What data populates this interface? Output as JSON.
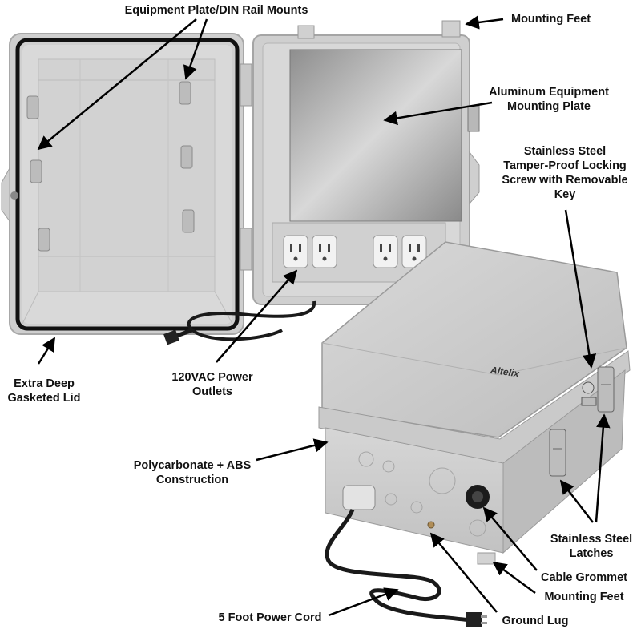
{
  "brand": "Altelix",
  "callouts": {
    "equipment_plate_din": "Equipment Plate/DIN Rail Mounts",
    "mounting_feet_top": "Mounting Feet",
    "aluminum_plate": "Aluminum Equipment\nMounting Plate",
    "locking_screw": "Stainless Steel\nTamper-Proof Locking\nScrew with Removable\nKey",
    "gasketed_lid": "Extra Deep\nGasketed Lid",
    "power_outlets": "120VAC Power\nOutlets",
    "construction": "Polycarbonate + ABS\nConstruction",
    "latches": "Stainless Steel\nLatches",
    "cable_grommet": "Cable Grommet",
    "mounting_feet_bottom": "Mounting Feet",
    "power_cord": "5 Foot Power Cord",
    "ground_lug": "Ground Lug"
  }
}
